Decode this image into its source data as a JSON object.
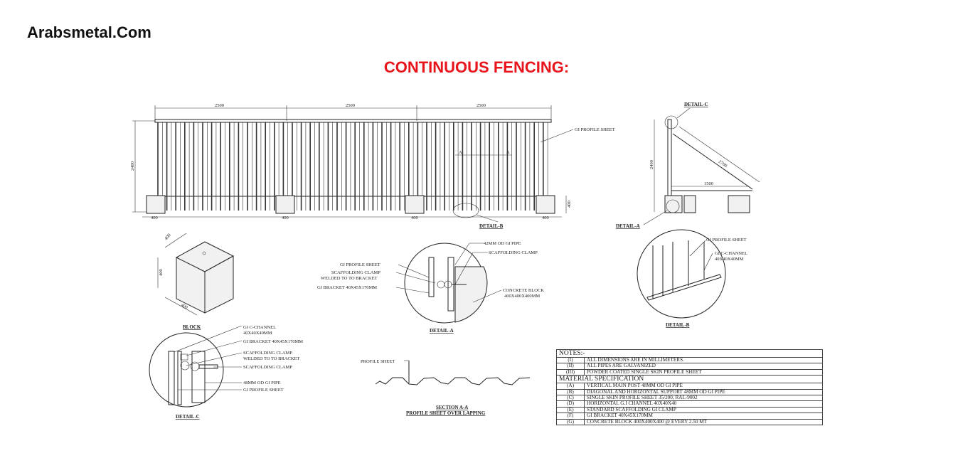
{
  "brand": "Arabsmetal.Com",
  "title": "CONTINUOUS FENCING:",
  "elevation": {
    "span_dims": [
      "2500",
      "2500",
      "2500"
    ],
    "height_dim": "2400",
    "block_dims": [
      "400",
      "400",
      "400",
      "400"
    ],
    "right_height_dim": "400",
    "sheet_label": "GI PROFILE SHEET",
    "section_marks": [
      "A",
      "A"
    ],
    "detail_b_label": "DETAIL-B"
  },
  "side_view": {
    "detail_c_label": "DETAIL-C",
    "diagonal_dim": "2700",
    "base_dim": "1500",
    "height_dim": "2400",
    "detail_a_label": "DETAIL-A"
  },
  "block": {
    "dims": [
      "400",
      "400",
      "400"
    ],
    "label": "BLOCK"
  },
  "detail_a": {
    "labels": [
      "42MM OD GI PIPE",
      "SCAFFOLDING CLAMP",
      "GI PROFILE SHEET",
      "SCAFFOLDING CLAMP",
      "WELDED TO TO BRACKET",
      "GI BRACKET 40X45X170MM",
      "CONCRETE BLOCK",
      "400X400X400MM"
    ],
    "title": "DETAIL-A"
  },
  "detail_b": {
    "labels": [
      "GI PROFILE SHEET",
      "GI C-CHANNEL",
      "40X40X40MM"
    ],
    "title": "DETAIL-B"
  },
  "detail_c": {
    "labels": [
      "GI C-CHANNEL",
      "40X40X40MM",
      "GI BRACKET 40X45X170MM",
      "SCAFFOLDING CLAMP",
      "WELDED TO TO BRACKET",
      "SCAFFOLDING CLAMP",
      "48MM OD GI PIPE",
      "GI PROFILE SHEET"
    ],
    "title": "DETAIL-C"
  },
  "section": {
    "label": "PROFILE SHEET",
    "title1": "SECTION A-A",
    "title2": "PROFILE SHEET OVER LAPPING"
  },
  "notes": {
    "heading": "NOTES:-",
    "items": [
      {
        "code": "(I)",
        "text": "ALL DIMENSIONS ARE IN MILLIMETERS."
      },
      {
        "code": "(II)",
        "text": "ALL PIPES ARE GALVANIZED"
      },
      {
        "code": "(III)",
        "text": "POWDER COATED SINGLE SKIN PROFILE SHEET"
      }
    ],
    "spec_heading": "MATERIAL SPECIFICATION",
    "specs": [
      {
        "code": "(A)",
        "text": "VERTICAL MAIN POST 48MM OD GI PIPE"
      },
      {
        "code": "(B)",
        "text": "DIAGONAL AND HORIZONTAL SUPPORT 48MM OD GI PIPE"
      },
      {
        "code": "(C)",
        "text": "SINGLE SKIN PROFILE SHEET 35/200, RAL-9002"
      },
      {
        "code": "(D)",
        "text": "HORIZONTAL G.I CHANNEL 40X40X40"
      },
      {
        "code": "(E)",
        "text": "STANDARD SCAFFOLDING GI CLAMP"
      },
      {
        "code": "(F)",
        "text": "GI BRACKET 40X45X170MM"
      },
      {
        "code": "(G)",
        "text": "CONCRETE BLOCK 400X400X400 @ EVERY 2.50 MT"
      }
    ]
  },
  "colors": {
    "title": "#e8141c",
    "ink": "#222222"
  }
}
